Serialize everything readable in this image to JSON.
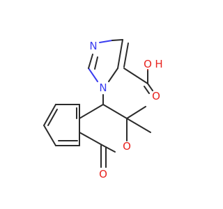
{
  "molecule": {
    "atoms": {
      "imidazole_n3": "N",
      "imidazole_n1": "N",
      "acid_oh_o": "O",
      "acid_oh_h": "H",
      "acid_carbonyl_o": "O",
      "ring_o": "O",
      "lactone_carbonyl_o": "O"
    }
  }
}
